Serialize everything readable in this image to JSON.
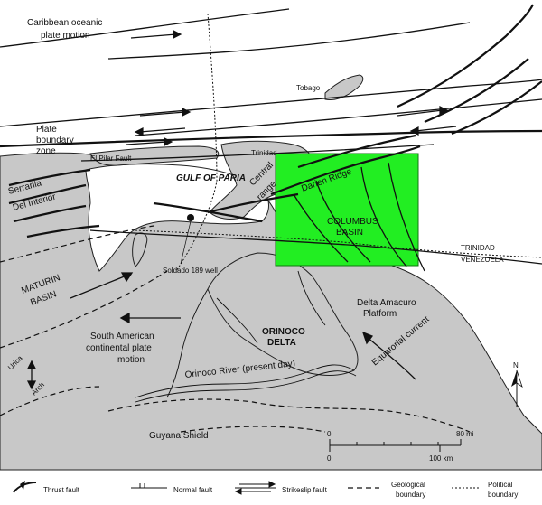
{
  "labels": {
    "caribbean_motion": [
      "Caribbean oceanic",
      "plate motion"
    ],
    "tobago": "Tobago",
    "plate_boundary": [
      "Plate",
      "boundary",
      "zone"
    ],
    "el_pilar": "El Pilar Fault",
    "trinidad": "Trinidad",
    "gulf_of_paria": "GULF OF PARIA",
    "central_range": [
      "Central",
      "range"
    ],
    "darien_ridge": "Darien Ridge",
    "serrania": [
      "Serrania",
      "Del Interior"
    ],
    "columbus_basin": [
      "COLUMBUS",
      "BASIN"
    ],
    "trinidad_venezuela": [
      "TRINIDAD",
      "VENEZUELA"
    ],
    "soldado": "Soldado 189 well",
    "maturin": [
      "MATURIN",
      "BASIN"
    ],
    "delta_amacuro": [
      "Delta Amacuro",
      "Platform"
    ],
    "south_american": [
      "South American",
      "continental plate",
      "motion"
    ],
    "orinoco_delta": [
      "ORINOCO",
      "DELTA"
    ],
    "urica_arch": [
      "Urica",
      "Arch"
    ],
    "orinoco_river": "Orinoco River (present day)",
    "equatorial_current": "Equatorial current",
    "guyana_shield": "Guyana Shield",
    "north": "N"
  },
  "scale": {
    "mi_zero": "0",
    "mi_max": "80 mi",
    "km_zero": "0",
    "km_max": "100 km"
  },
  "legend": {
    "thrust": "Thrust fault",
    "normal": "Normal fault",
    "strikeslip": "Strikeslip fault",
    "geological": [
      "Geological",
      "boundary"
    ],
    "political": [
      "Political",
      "boundary"
    ]
  },
  "colors": {
    "highlight": "#22ee22",
    "land": "#c8c8c8",
    "ink": "#111111"
  }
}
